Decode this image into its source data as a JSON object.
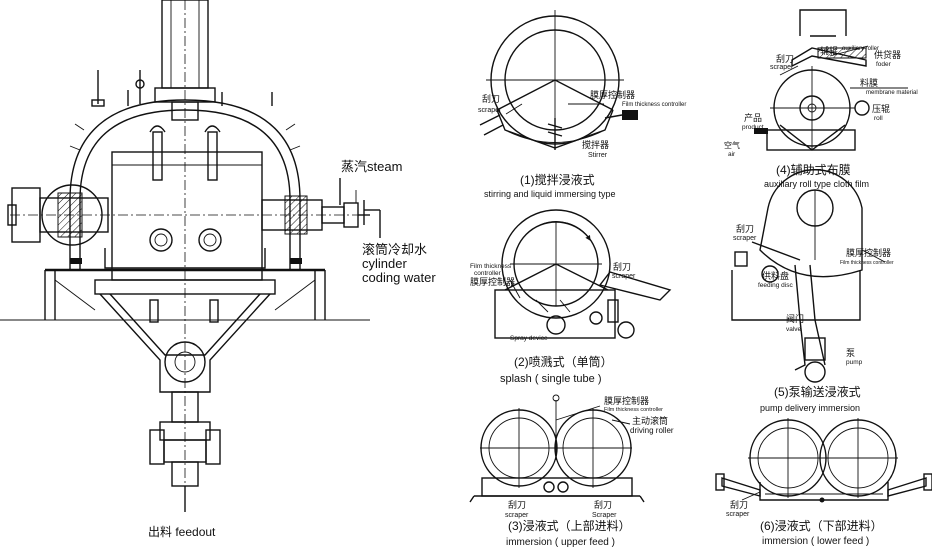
{
  "main_machine": {
    "steam_label": "蒸汽steam",
    "water_label_1": "滚筒冷却水",
    "water_label_2": "cylinder",
    "water_label_3": "coding water",
    "feedout_label": "出料 feedout"
  },
  "panels": {
    "p1": {
      "scraper_cn": "刮刀",
      "scraper_en": "scraper",
      "ftc_cn": "膜厚控制器",
      "ftc_en": "Film thickness controller",
      "stirrer_cn": "搅拌器",
      "stirrer_en": "Stirrer",
      "caption_cn": "(1)搅拌浸液式",
      "caption_en": "stirring and liquid immersing type"
    },
    "p2": {
      "ftc_en_1": "Film thickness",
      "ftc_en_2": "controller",
      "ftc_cn": "膜厚控制器",
      "scraper_cn": "刮刀",
      "scraper_en": "scraper",
      "spray_en": "Spray device",
      "caption_cn": "(2)喷溅式（单筒）",
      "caption_en": "splash ( single tube )"
    },
    "p3": {
      "ftc_cn": "膜厚控制器",
      "ftc_en": "Film thickness controller",
      "drive_cn": "主动滚筒",
      "drive_en": "driving roller",
      "scraper_l_cn": "刮刀",
      "scraper_l_en": "scraper",
      "scraper_r_cn": "刮刀",
      "scraper_r_en": "Scraper",
      "caption_cn": "(3)浸液式（上部进料）",
      "caption_en": "immersion ( upper feed )"
    },
    "p4": {
      "scraper_cn": "刮刀",
      "scraper_en": "scraper",
      "aux_cn": "辅辊",
      "aux_en": "auxiliary roller",
      "feeder_cn": "供贷器",
      "feeder_en": "foder",
      "material_cn": "料膜",
      "material_en": "membrane material",
      "roll_cn": "压辊",
      "roll_en": "roll",
      "product_cn": "产品",
      "product_en": "product",
      "air_cn": "空气",
      "air_en": "air",
      "caption_cn": "(4)辅助式布膜",
      "caption_en": "auxiliary roll type cloth film"
    },
    "p5": {
      "scraper_cn": "刮刀",
      "scraper_en": "scraper",
      "ftc_cn": "膜厚控制器",
      "ftc_en": "Film thickness controller",
      "disc_cn": "供料盘",
      "disc_en": "feeding disc",
      "valve_cn": "阀门",
      "valve_en": "valve",
      "pump_cn": "泵",
      "pump_en": "pump",
      "caption_cn": "(5)泵输送浸液式",
      "caption_en": "pump delivery immersion"
    },
    "p6": {
      "scraper_cn": "刮刀",
      "scraper_en": "scraper",
      "caption_cn": "(6)浸液式（下部进料）",
      "caption_en": "immersion ( lower feed )"
    }
  }
}
